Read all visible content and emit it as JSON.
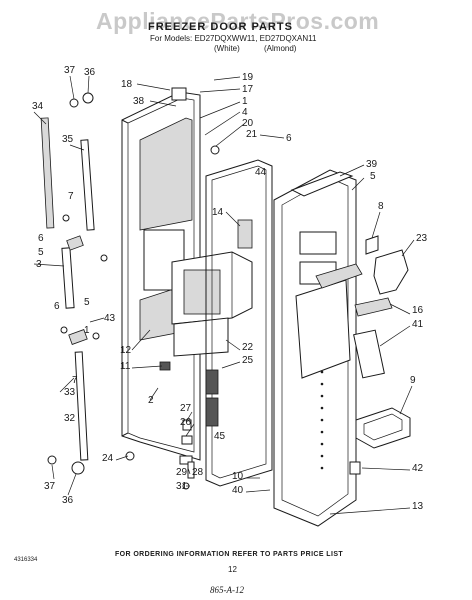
{
  "watermark": "AppliancePartsPros.com",
  "header": {
    "title": "FREEZER DOOR PARTS",
    "models": "For Models: ED27DQXWW11, ED27DQXAN11",
    "variant_white": "(White)",
    "variant_almond": "(Almond)"
  },
  "callouts": [
    {
      "id": "c37a",
      "label": "37"
    },
    {
      "id": "c36a",
      "label": "36"
    },
    {
      "id": "c34",
      "label": "34"
    },
    {
      "id": "c35",
      "label": "35"
    },
    {
      "id": "c7a",
      "label": "7"
    },
    {
      "id": "c6a",
      "label": "6"
    },
    {
      "id": "c5a",
      "label": "5"
    },
    {
      "id": "c3",
      "label": "3"
    },
    {
      "id": "c6b",
      "label": "6"
    },
    {
      "id": "c5b",
      "label": "5"
    },
    {
      "id": "c43",
      "label": "43"
    },
    {
      "id": "c1a",
      "label": "1"
    },
    {
      "id": "c7b",
      "label": "7"
    },
    {
      "id": "c33",
      "label": "33"
    },
    {
      "id": "c32",
      "label": "32"
    },
    {
      "id": "c37b",
      "label": "37"
    },
    {
      "id": "c36b",
      "label": "36"
    },
    {
      "id": "c18",
      "label": "18"
    },
    {
      "id": "c19",
      "label": "19"
    },
    {
      "id": "c17",
      "label": "17"
    },
    {
      "id": "c38",
      "label": "38"
    },
    {
      "id": "c1b",
      "label": "1"
    },
    {
      "id": "c4",
      "label": "4"
    },
    {
      "id": "c20",
      "label": "20"
    },
    {
      "id": "c21",
      "label": "21"
    },
    {
      "id": "c6c",
      "label": "6"
    },
    {
      "id": "c44",
      "label": "44"
    },
    {
      "id": "c39",
      "label": "39"
    },
    {
      "id": "c5c",
      "label": "5"
    },
    {
      "id": "c8",
      "label": "8"
    },
    {
      "id": "c14",
      "label": "14"
    },
    {
      "id": "c23",
      "label": "23"
    },
    {
      "id": "c16",
      "label": "16"
    },
    {
      "id": "c41",
      "label": "41"
    },
    {
      "id": "c12",
      "label": "12"
    },
    {
      "id": "c11",
      "label": "11"
    },
    {
      "id": "c22",
      "label": "22"
    },
    {
      "id": "c25",
      "label": "25"
    },
    {
      "id": "c2",
      "label": "2"
    },
    {
      "id": "c9",
      "label": "9"
    },
    {
      "id": "c27",
      "label": "27"
    },
    {
      "id": "c26",
      "label": "26"
    },
    {
      "id": "c45",
      "label": "45"
    },
    {
      "id": "c24",
      "label": "24"
    },
    {
      "id": "c29",
      "label": "29"
    },
    {
      "id": "c28",
      "label": "28"
    },
    {
      "id": "c31",
      "label": "31"
    },
    {
      "id": "c10",
      "label": "10"
    },
    {
      "id": "c40",
      "label": "40"
    },
    {
      "id": "c42",
      "label": "42"
    },
    {
      "id": "c13",
      "label": "13"
    }
  ],
  "footer": {
    "doc_number": "4316334",
    "ordering_note": "FOR ORDERING INFORMATION REFER TO PARTS PRICE LIST",
    "page": "12",
    "handwritten": "865-A-12"
  }
}
